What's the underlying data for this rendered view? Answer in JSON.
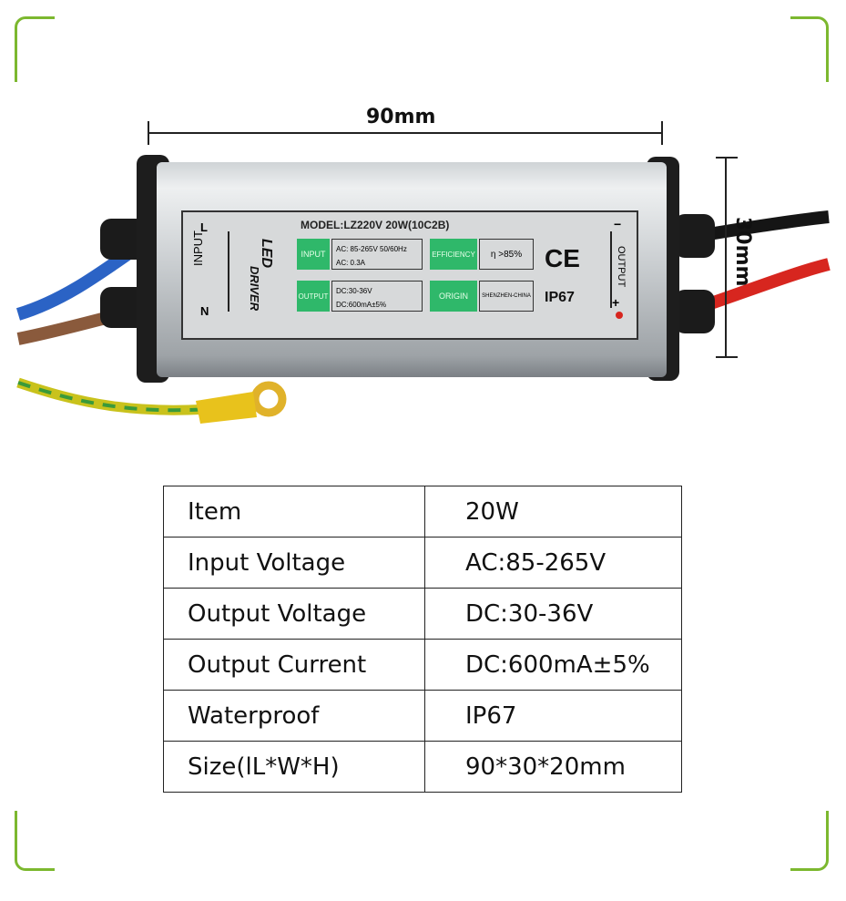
{
  "dimensions": {
    "length_label": "90mm",
    "height_label": "30mm"
  },
  "label": {
    "model": "MODEL:LZ220V 20W(10C2B)",
    "l": "L",
    "n": "N",
    "input_side": "INPUT",
    "output_side": "OUTPUT",
    "brand_line1": "LED",
    "brand_line2": "DRIVER",
    "input_tag": "INPUT",
    "input_ac": "AC: 85-265V  50/60Hz",
    "input_current": "AC: 0.3A",
    "output_tag": "OUTPUT",
    "output_dc": "DC:30-36V",
    "output_current": "DC:600mA±5%",
    "efficiency_tag": "EFFICIENCY",
    "efficiency_value": "η >85%",
    "origin_tag": "ORIGIN",
    "origin_value": "SHENZHEN-CHINA",
    "ce": "CE",
    "ip": "IP67",
    "minus": "−",
    "plus": "+"
  },
  "spec_table": [
    {
      "item": "Item",
      "value": "20W"
    },
    {
      "item": "Input Voltage",
      "value": "AC:85-265V"
    },
    {
      "item": "Output Voltage",
      "value": "DC:30-36V"
    },
    {
      "item": "Output Current",
      "value": "DC:600mA±5%"
    },
    {
      "item": "Waterproof",
      "value": "IP67"
    },
    {
      "item": "Size(lL*W*H)",
      "value": "90*30*20mm"
    }
  ],
  "colors": {
    "frame": "#7cb82f",
    "label_green": "#2fb86a",
    "wire_blue": "#2b63c5",
    "wire_brown": "#8a5a3c",
    "wire_red": "#d7261f",
    "wire_black": "#151515"
  }
}
